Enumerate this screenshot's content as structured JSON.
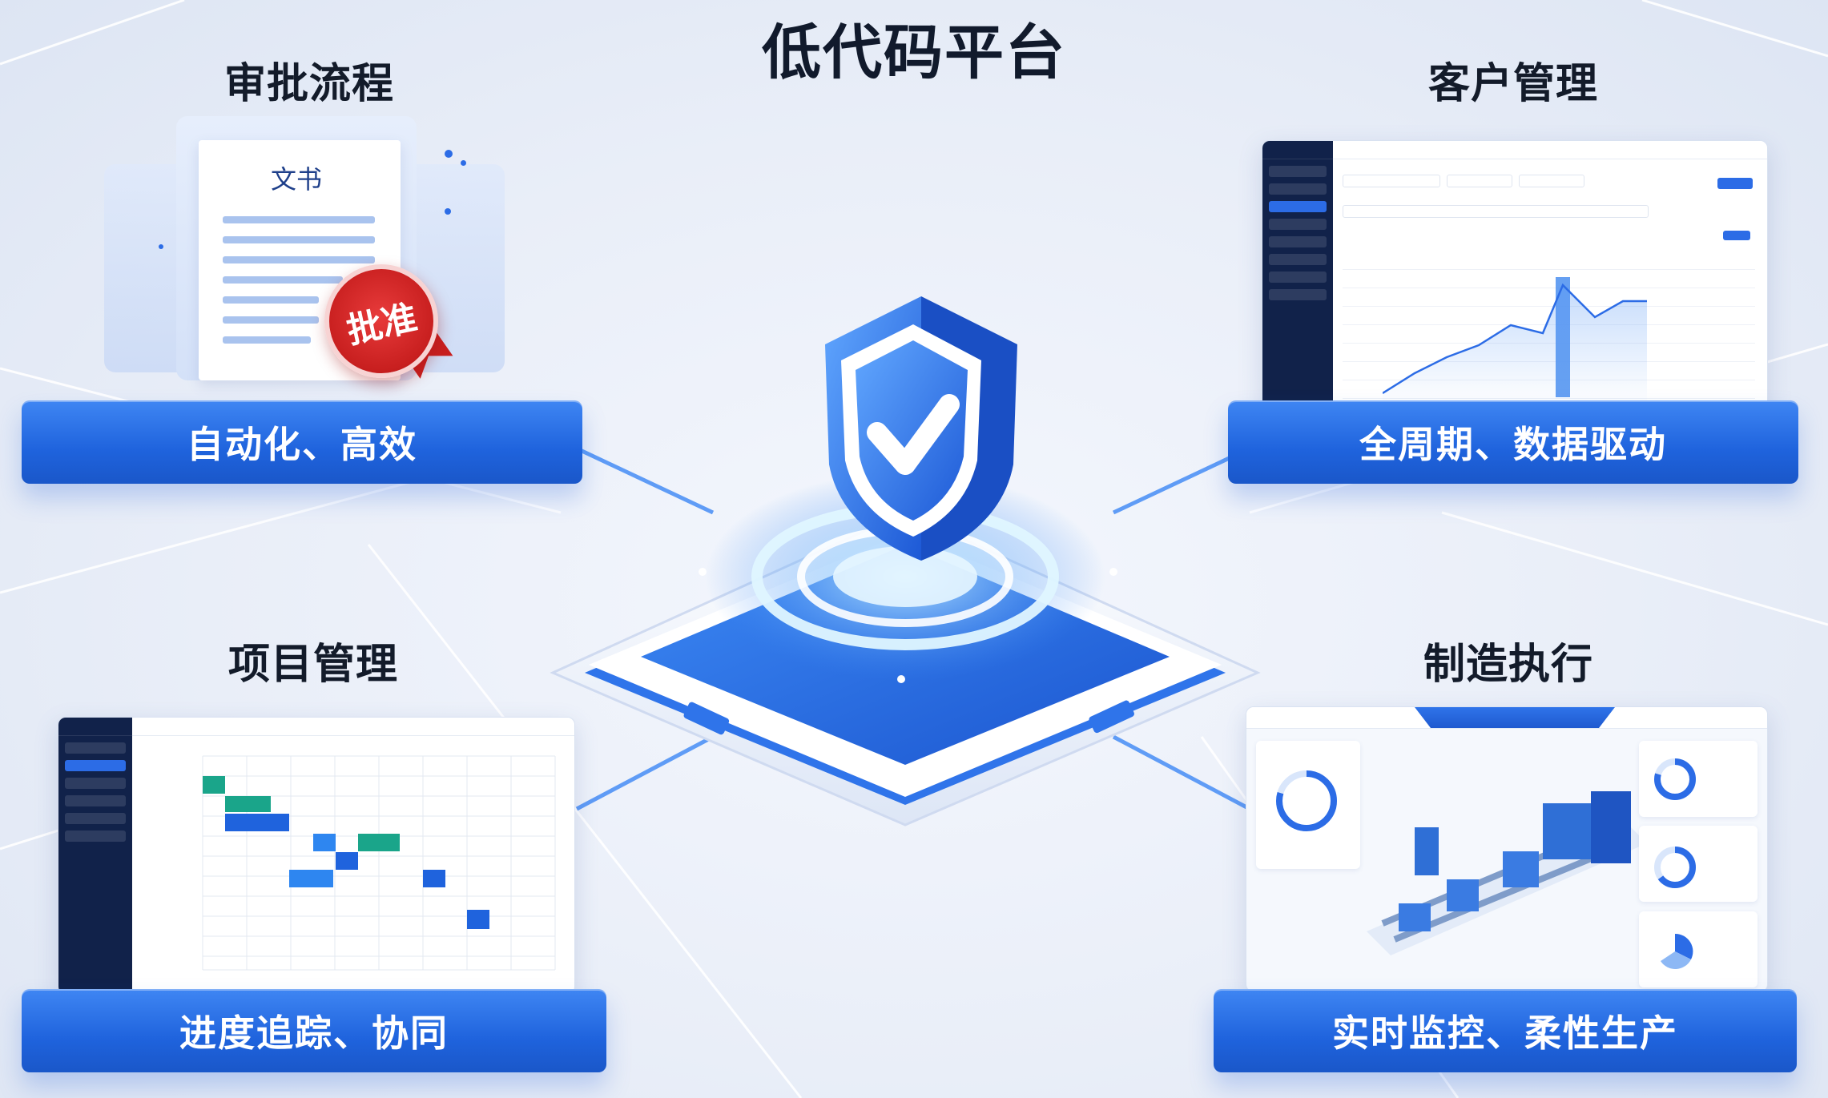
{
  "main_title": "低代码平台",
  "sections": {
    "approval": {
      "title": "审批流程",
      "banner": "自动化、高效",
      "doc_title": "文书",
      "stamp_text": "批准"
    },
    "customer": {
      "title": "客户管理",
      "banner": "全周期、数据驱动"
    },
    "project": {
      "title": "项目管理",
      "banner": "进度追踪、协同"
    },
    "manufacturing": {
      "title": "制造执行",
      "banner": "实时监控、柔性生产"
    }
  },
  "colors": {
    "banner_blue": "#1f63dd",
    "accent_blue": "#2c6ce6",
    "nav_dark": "#11224a",
    "stamp_red": "#c81f1f",
    "gantt_teal": "#1aa58a"
  },
  "icons": {
    "center": "shield-check-icon",
    "approval": "approved-stamp-icon"
  }
}
